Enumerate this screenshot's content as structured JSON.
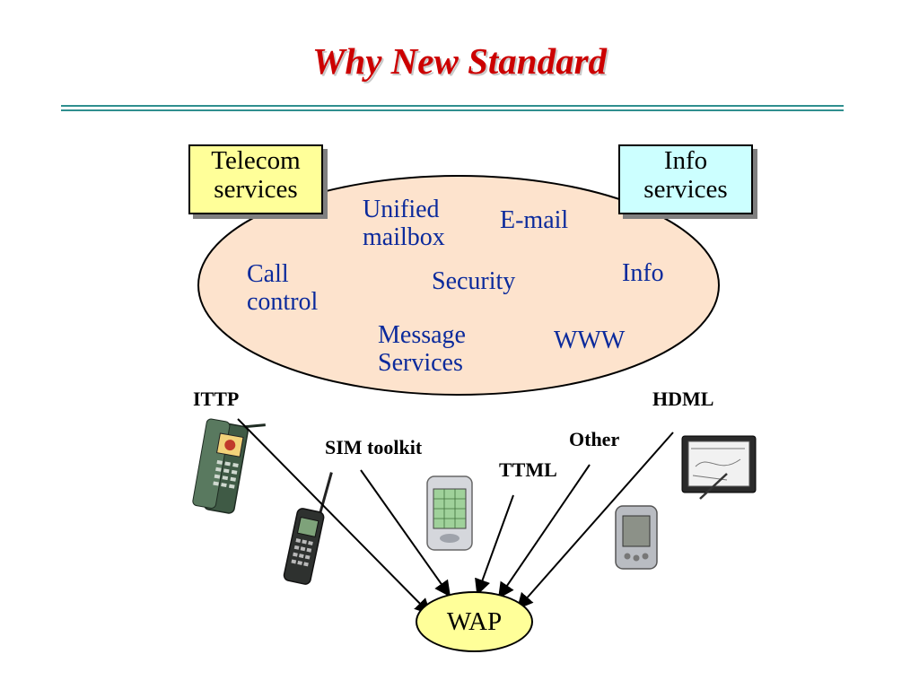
{
  "title": "Why New Standard",
  "boxes": {
    "telecom": [
      "Telecom",
      "services"
    ],
    "info": [
      "Info",
      "services"
    ]
  },
  "ellipse_items": {
    "unified_mailbox": [
      "Unified",
      "mailbox"
    ],
    "email": "E-mail",
    "call_control": [
      "Call",
      "control"
    ],
    "security": "Security",
    "info": "Info",
    "message_services": [
      "Message",
      "Services"
    ],
    "www": "WWW"
  },
  "protocols": {
    "ittp": "ITTP",
    "sim_toolkit": "SIM toolkit",
    "ttml": "TTML",
    "other": "Other",
    "hdml": "HDML"
  },
  "hub": "WAP",
  "colors": {
    "title": "#cc0000",
    "item_text": "#0b2a9c",
    "ellipse_fill": "#fde3cd",
    "telecom_box": "#ffff99",
    "info_box": "#ccffff",
    "wap_fill": "#ffff99",
    "rule": "#2f8f8f"
  },
  "icons": [
    "phone-icon",
    "mobile-phone-icon",
    "pda-icon",
    "palm-pda-icon",
    "tablet-icon"
  ]
}
